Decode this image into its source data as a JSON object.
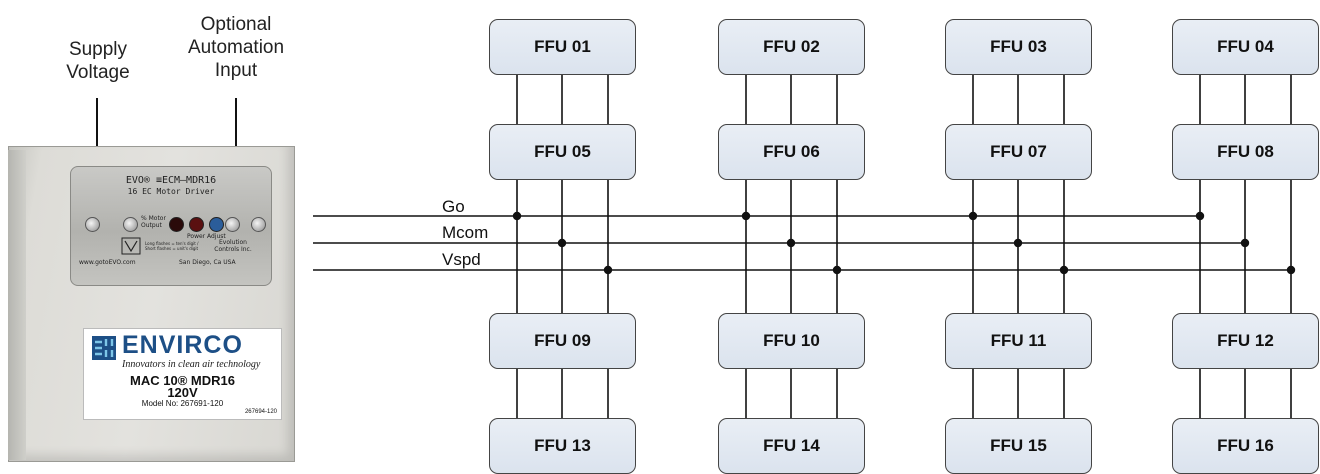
{
  "callouts": {
    "supply": [
      "Supply",
      "Voltage"
    ],
    "automation": [
      "Optional",
      "Automation",
      "Input"
    ]
  },
  "controller": {
    "plate_title": "EVO® ≡ECM–MDR16",
    "plate_subtitle": "16 EC Motor Driver",
    "motor_output_label": "% Motor Output",
    "power_label": "Power",
    "adjust_label": "Adjust",
    "note_text": "Long flashes = ten's digit / Short flashes = unit's digit",
    "company": "Evolution Controls Inc.",
    "website": "www.gotoEVO.com",
    "location": "San Diego, Ca USA"
  },
  "product_label": {
    "brand": "ENVIRCO",
    "tagline": "Innovators in clean air technology",
    "model_line": "MAC 10® MDR16",
    "voltage": "120V",
    "model_no": "Model No: 267691-120",
    "code": "267694-120"
  },
  "signals": [
    {
      "name": "Go"
    },
    {
      "name": "Mcom"
    },
    {
      "name": "Vspd"
    }
  ],
  "ffus": [
    "FFU 01",
    "FFU 02",
    "FFU 03",
    "FFU 04",
    "FFU 05",
    "FFU 06",
    "FFU 07",
    "FFU 08",
    "FFU 09",
    "FFU 10",
    "FFU 11",
    "FFU 12",
    "FFU 13",
    "FFU 14",
    "FFU 15",
    "FFU 16"
  ],
  "colors": {
    "ffu_fill": "#dbe3ee",
    "wire": "#111111",
    "brand_blue": "#1d4f86"
  }
}
